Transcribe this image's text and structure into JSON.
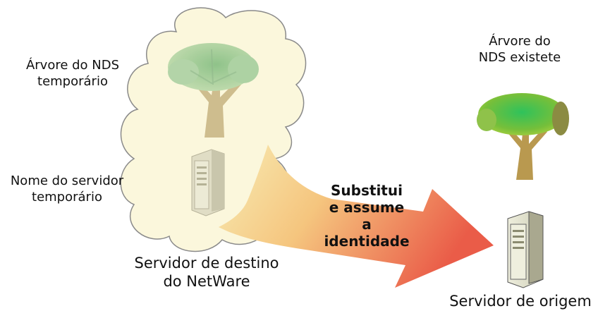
{
  "labels": {
    "temp_tree": [
      "Árvore do NDS",
      "temporário"
    ],
    "temp_server": [
      "Nome do servidor",
      "temporário"
    ],
    "dest_server": [
      "Servidor de destino",
      "do NetWare"
    ],
    "existing_tree": [
      "Árvore do",
      "NDS existete"
    ],
    "origin_server": "Servidor de origem",
    "arrow_text": [
      "Substitui",
      "e assume",
      "a",
      "identidade"
    ]
  },
  "icons": {
    "temp_tree": "tree-icon",
    "existing_tree": "tree-icon",
    "temp_server": "server-tower-icon",
    "origin_server": "server-tower-icon"
  },
  "colors": {
    "cloud_fill": "#fbf7dc",
    "cloud_stroke": "#7a7a7a",
    "arrow_start": "#f6e7a8",
    "arrow_end": "#ec6a4f",
    "tree_trunk": "#bfa36a",
    "tree_leaf_dark": "#5db43c",
    "tree_leaf_light": "#9acb8c"
  }
}
